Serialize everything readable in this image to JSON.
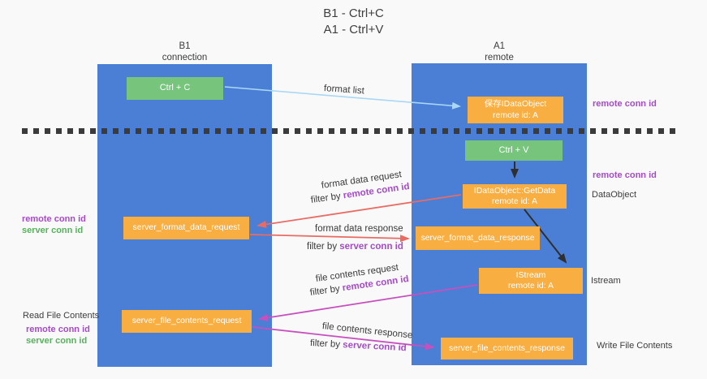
{
  "title": {
    "line1": "B1 - Ctrl+C",
    "line2": "A1 - Ctrl+V"
  },
  "columns": {
    "left": {
      "name": "B1",
      "subtitle": "connection"
    },
    "right": {
      "name": "A1",
      "subtitle": "remote"
    }
  },
  "boxes": {
    "ctrl_c": {
      "label": "Ctrl + C"
    },
    "save_dataobject": {
      "line1": "保存IDataObject",
      "line2": "remote id: A"
    },
    "ctrl_v": {
      "label": "Ctrl + V"
    },
    "getdata": {
      "line1": "IDataObject::GetData",
      "line2": "remote id: A"
    },
    "server_format_data_request": {
      "label": "server_format_data_request"
    },
    "server_format_data_response": {
      "label": "server_format_data_response"
    },
    "istream": {
      "line1": "IStream",
      "line2": "remote id: A"
    },
    "server_file_contents_request": {
      "label": "server_file_contents_request"
    },
    "server_file_contents_response": {
      "label": "server_file_contents_response"
    }
  },
  "flow_labels": {
    "format_list": "format list",
    "format_data_request": "format data request",
    "format_data_request_filter": {
      "prefix": "filter by ",
      "id": "remote conn id"
    },
    "format_data_response": "format data response",
    "format_data_response_filter": {
      "prefix": "filter by ",
      "id": "server conn id"
    },
    "file_contents_request": "file contents request",
    "file_contents_request_filter": {
      "prefix": "filter by ",
      "id": "remote conn id"
    },
    "file_contents_response": "file contents response",
    "file_contents_response_filter": {
      "prefix": "filter by ",
      "id": "server conn id"
    }
  },
  "side_labels": {
    "right_top_remote_conn_id": "remote conn id",
    "right_mid_remote_conn_id": "remote conn id",
    "dataobject": "DataObject",
    "istream": "Istream",
    "write_file_contents": "Write File Contents",
    "left_format_remote_conn_id": "remote conn id",
    "left_format_server_conn_id": "server conn id",
    "read_file_contents": "Read File Contents",
    "left_file_remote_conn_id": "remote conn id",
    "left_file_server_conn_id": "server conn id"
  },
  "colors": {
    "column_blue": "#4A7FD5",
    "box_green": "#77C57D",
    "box_orange": "#F9AE42",
    "arrow_red": "#E96B63",
    "arrow_magenta": "#C750BE",
    "arrow_light_blue": "#A9D7F5",
    "arrow_black": "#2F2F2F",
    "text_purple": "#A64BC8",
    "text_green": "#56B25C"
  }
}
